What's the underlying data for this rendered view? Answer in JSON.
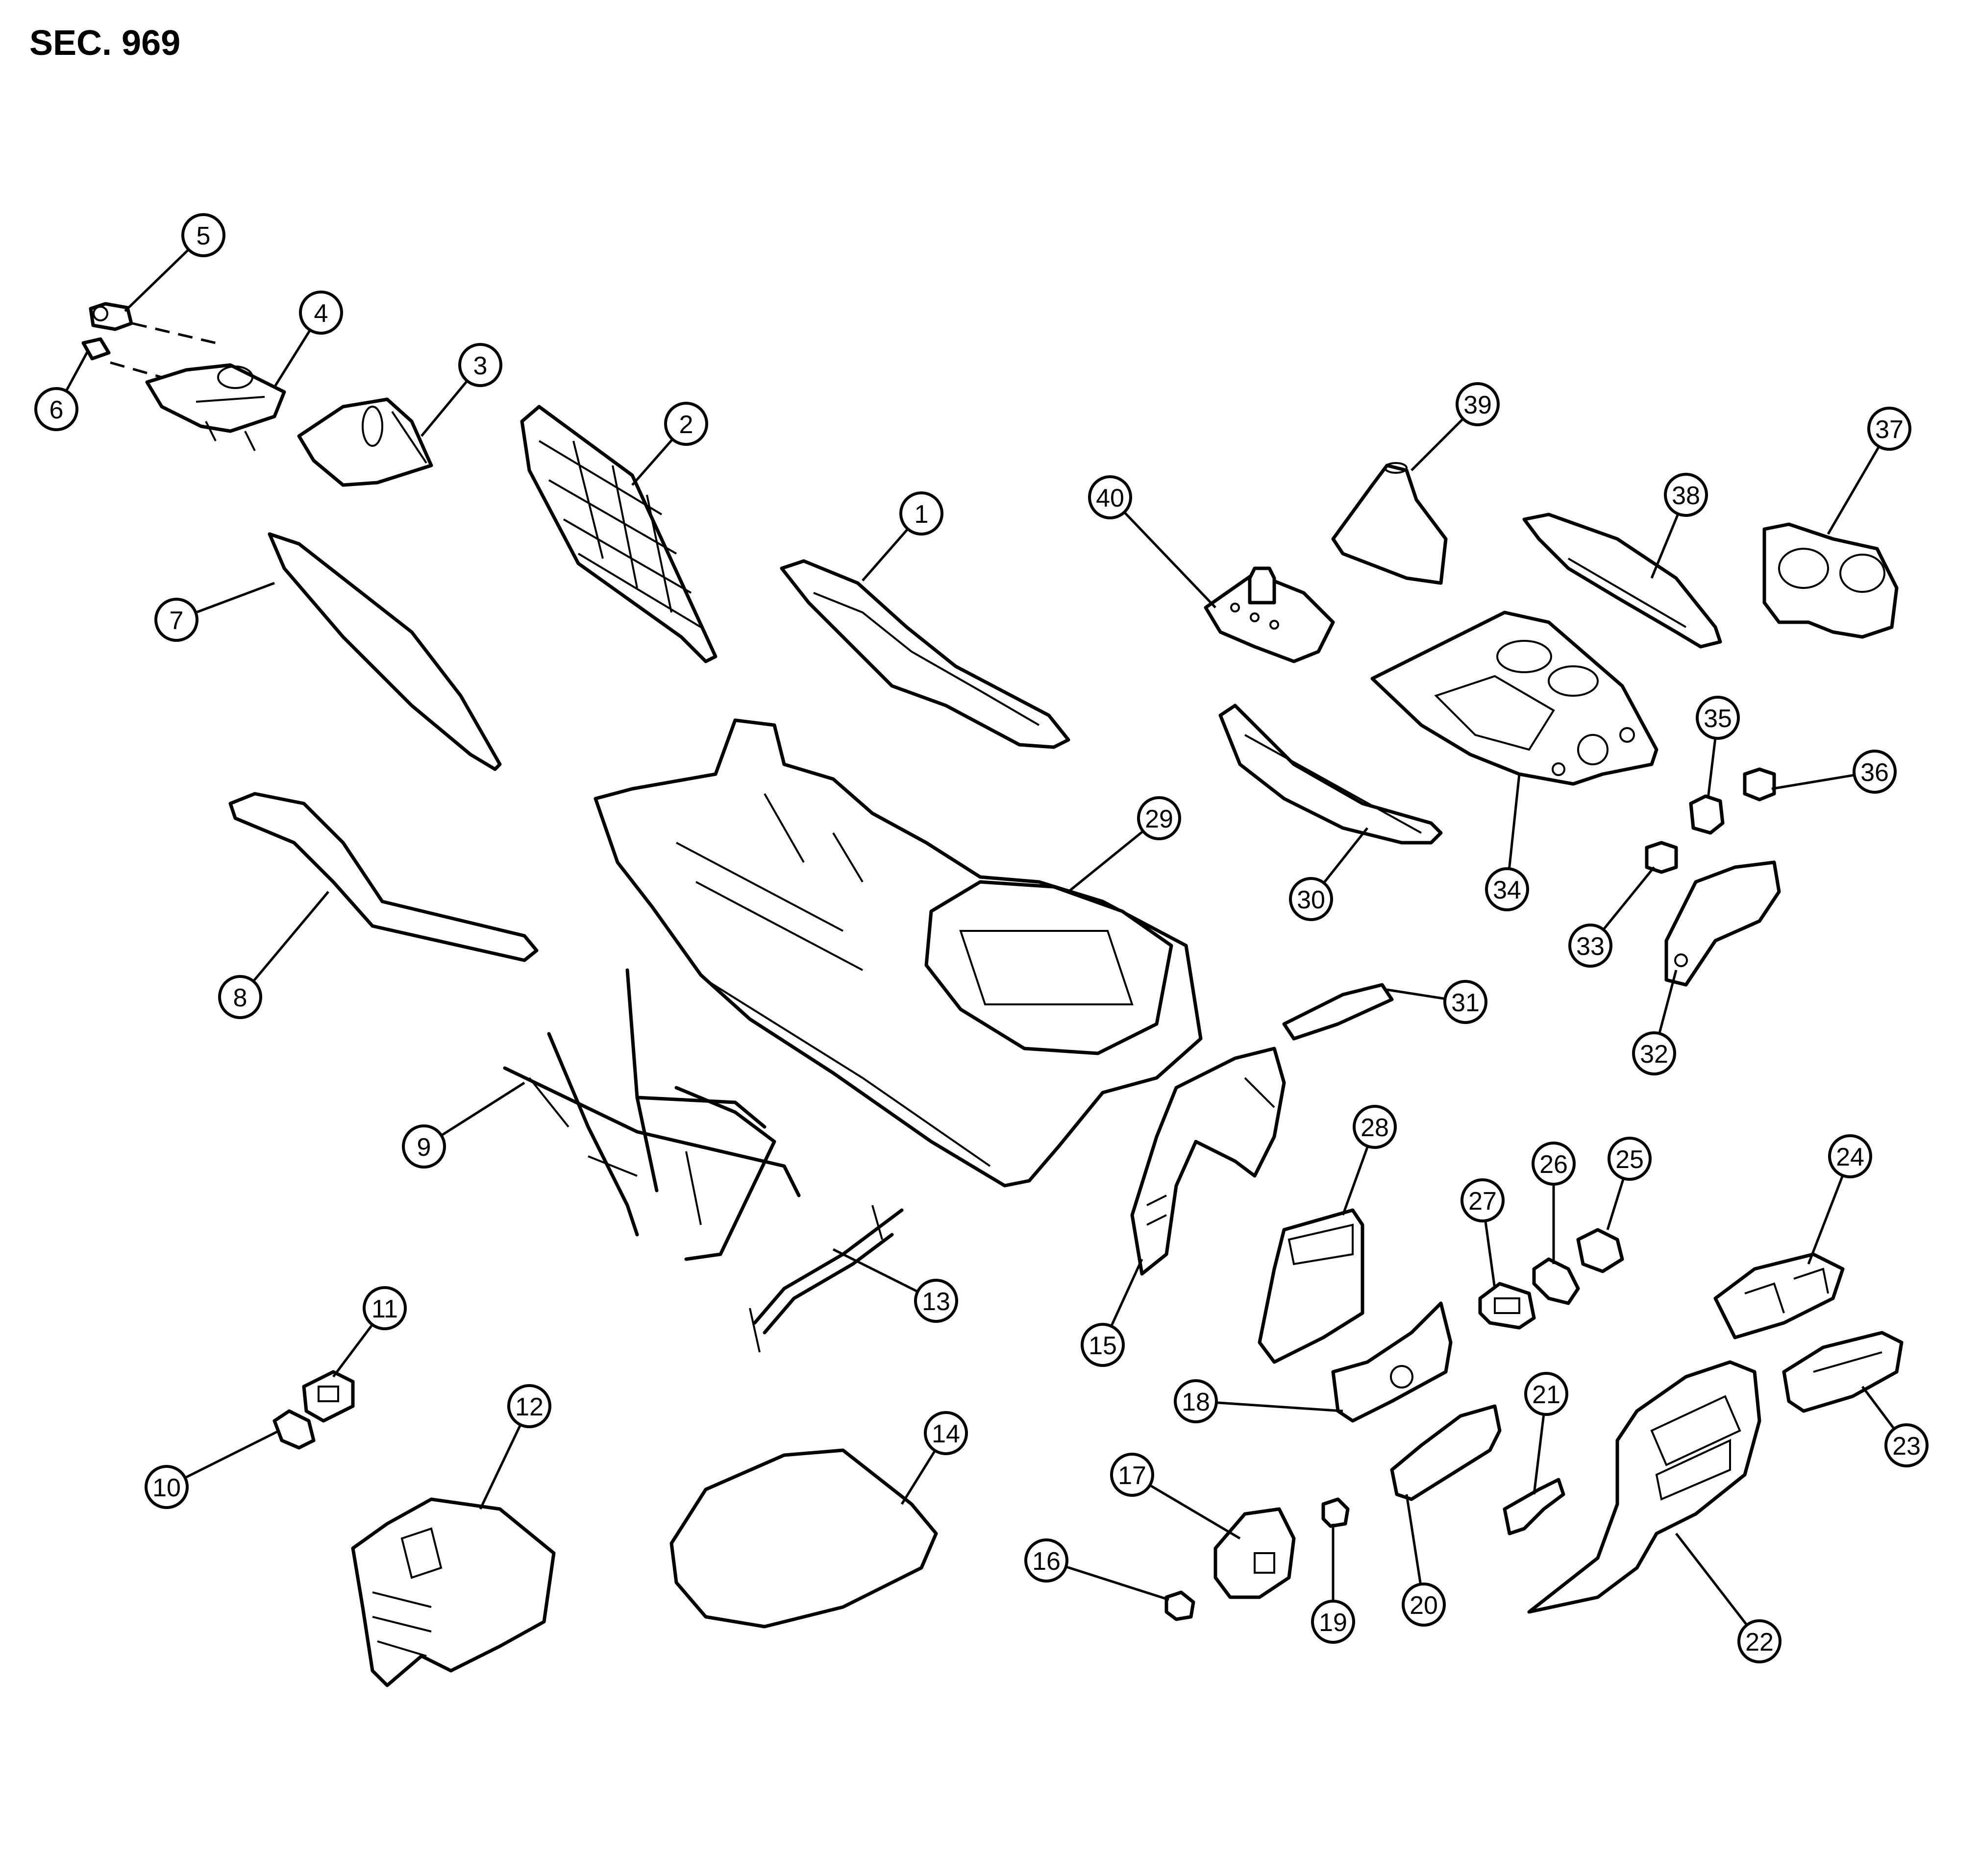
{
  "section_label": "SEC. 969",
  "callouts": [
    {
      "id": "1",
      "label": "1"
    },
    {
      "id": "2",
      "label": "2"
    },
    {
      "id": "3",
      "label": "3"
    },
    {
      "id": "4",
      "label": "4"
    },
    {
      "id": "5",
      "label": "5"
    },
    {
      "id": "6",
      "label": "6"
    },
    {
      "id": "7",
      "label": "7"
    },
    {
      "id": "8",
      "label": "8"
    },
    {
      "id": "9",
      "label": "9"
    },
    {
      "id": "10",
      "label": "10"
    },
    {
      "id": "11",
      "label": "11"
    },
    {
      "id": "12",
      "label": "12"
    },
    {
      "id": "13",
      "label": "13"
    },
    {
      "id": "14",
      "label": "14"
    },
    {
      "id": "15",
      "label": "15"
    },
    {
      "id": "16",
      "label": "16"
    },
    {
      "id": "17",
      "label": "17"
    },
    {
      "id": "18",
      "label": "18"
    },
    {
      "id": "19",
      "label": "19"
    },
    {
      "id": "20",
      "label": "20"
    },
    {
      "id": "21",
      "label": "21"
    },
    {
      "id": "22",
      "label": "22"
    },
    {
      "id": "23",
      "label": "23"
    },
    {
      "id": "24",
      "label": "24"
    },
    {
      "id": "25",
      "label": "25"
    },
    {
      "id": "26",
      "label": "26"
    },
    {
      "id": "27",
      "label": "27"
    },
    {
      "id": "28",
      "label": "28"
    },
    {
      "id": "29",
      "label": "29"
    },
    {
      "id": "30",
      "label": "30"
    },
    {
      "id": "31",
      "label": "31"
    },
    {
      "id": "32",
      "label": "32"
    },
    {
      "id": "33",
      "label": "33"
    },
    {
      "id": "34",
      "label": "34"
    },
    {
      "id": "35",
      "label": "35"
    },
    {
      "id": "36",
      "label": "36"
    },
    {
      "id": "37",
      "label": "37"
    },
    {
      "id": "38",
      "label": "38"
    },
    {
      "id": "39",
      "label": "39"
    },
    {
      "id": "40",
      "label": "40"
    }
  ]
}
